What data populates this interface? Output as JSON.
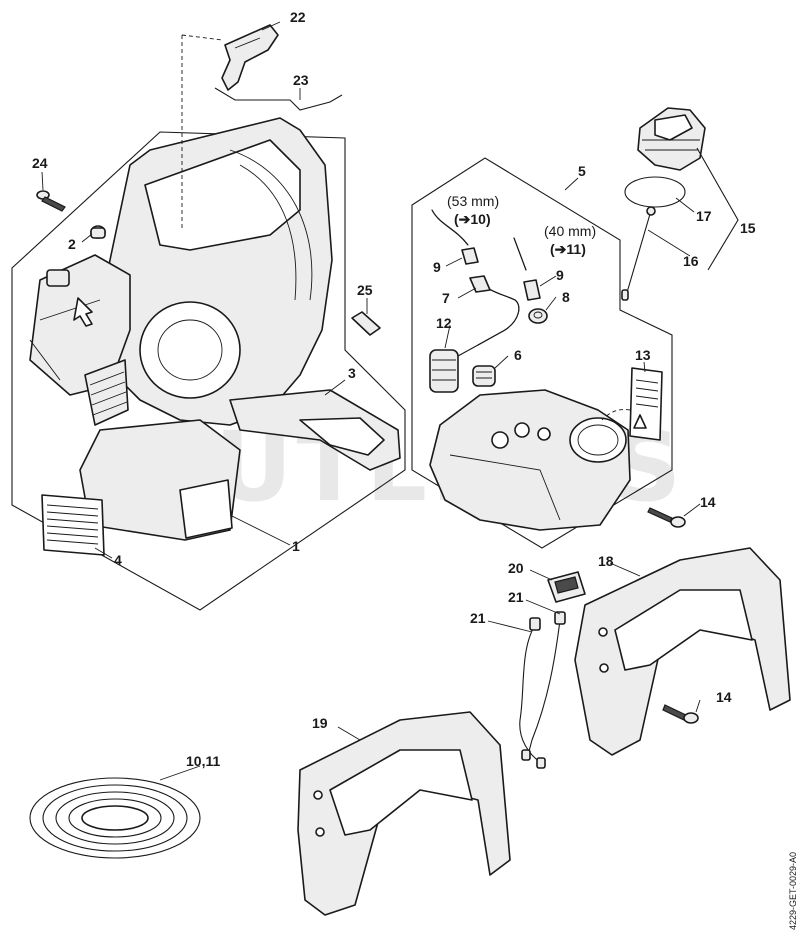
{
  "watermark": "CUTLER'S",
  "drawing_code": "4229-GET-0029-A0",
  "callouts": {
    "c1": "1",
    "c2": "2",
    "c3": "3",
    "c4": "4",
    "c5": "5",
    "c6": "6",
    "c7": "7",
    "c8": "8",
    "c9a": "9",
    "c9b": "9",
    "c10_11": "10,11",
    "c12": "12",
    "c13": "13",
    "c14a": "14",
    "c14b": "14",
    "c15": "15",
    "c16": "16",
    "c17": "17",
    "c18": "18",
    "c19": "19",
    "c20": "20",
    "c21a": "21",
    "c21b": "21",
    "c22": "22",
    "c23": "23",
    "c24": "24",
    "c25": "25"
  },
  "notes": {
    "len_53": "(53 mm)",
    "ref_10": "(➔10)",
    "len_40": "(40 mm)",
    "ref_11": "(➔11)"
  }
}
